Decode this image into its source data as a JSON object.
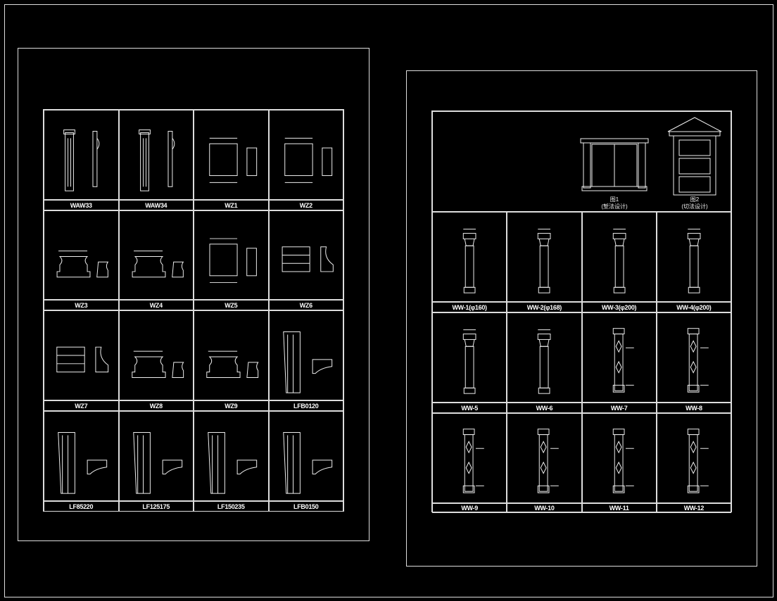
{
  "left_sheet": {
    "labels": [
      "WAW33",
      "WAW34",
      "WZ1",
      "WZ2",
      "WZ3",
      "WZ4",
      "WZ5",
      "WZ6",
      "WZ7",
      "WZ8",
      "WZ9",
      "LFB0120",
      "LF85220",
      "LF125175",
      "LF150235",
      "LFB0150"
    ],
    "kinds": [
      "pilaster",
      "pilaster",
      "block",
      "block",
      "base",
      "base",
      "block",
      "profile",
      "profile",
      "base",
      "base",
      "lintel",
      "lintel",
      "lintel",
      "lintel",
      "lintel"
    ]
  },
  "right_sheet": {
    "figures": [
      {
        "title": "图1",
        "subtitle": "(堑法设计)"
      },
      {
        "title": "图2",
        "subtitle": "(切法设计)"
      }
    ],
    "labels": [
      "WW-1(φ160)",
      "WW-2(φ168)",
      "WW-3(φ200)",
      "WW-4(φ200)",
      "WW-5",
      "WW-6",
      "WW-7",
      "WW-8",
      "WW-9",
      "WW-10",
      "WW-11",
      "WW-12"
    ],
    "kinds": [
      "column",
      "column",
      "column",
      "column",
      "column",
      "column",
      "ornate",
      "ornate",
      "ornate",
      "ornate",
      "ornate",
      "ornate"
    ]
  }
}
